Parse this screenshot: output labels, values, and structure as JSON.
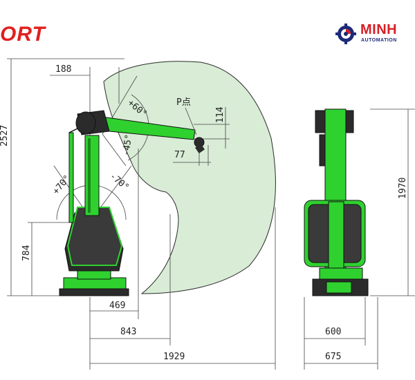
{
  "brand": {
    "partial_title": "ORT"
  },
  "logo": {
    "name": "MINH",
    "subtitle": "AUTOMATION"
  },
  "colors": {
    "robot_green": "#2fd12f",
    "robot_dark": "#2b2b2b",
    "workspace_fill": "#d8ecd6",
    "brand_red": "#e0201e"
  },
  "side_view": {
    "dimensions": {
      "total_height": "2527",
      "base_height": "784",
      "offset_top": "188",
      "wrist_height": "114",
      "wrist_offset": "77",
      "min_reach": "469",
      "mid_reach": "843",
      "max_reach": "1929"
    },
    "angles": {
      "upper_plus": "+60°",
      "upper_minus": "-45°",
      "lower_plus": "+70°",
      "lower_minus": "-70°"
    },
    "point_label": "P点"
  },
  "front_view": {
    "dimensions": {
      "height": "1970",
      "base_width": "600",
      "footprint_width": "675"
    }
  }
}
